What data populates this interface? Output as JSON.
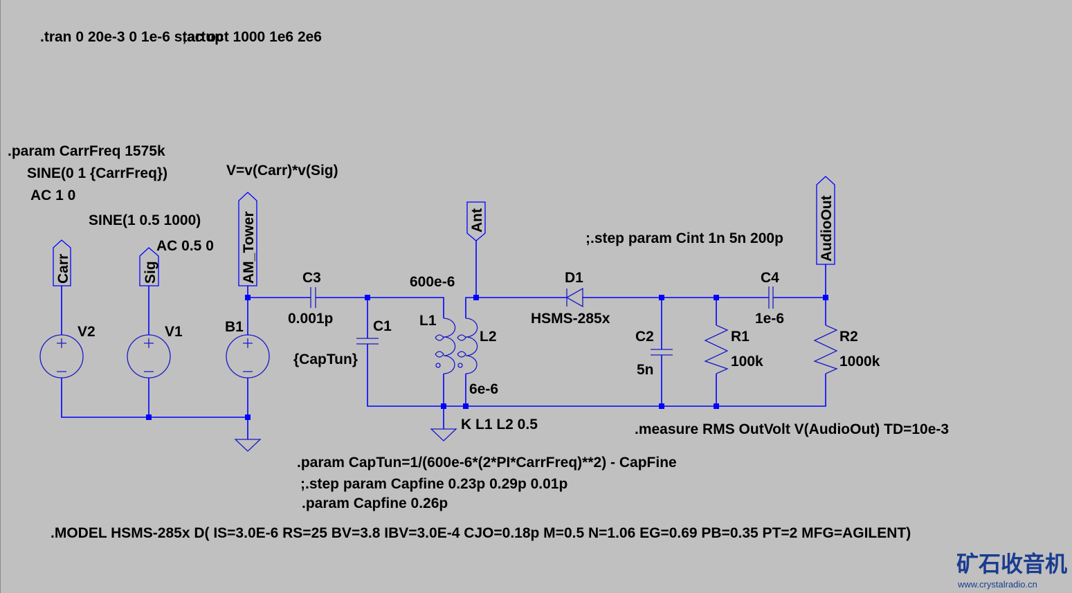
{
  "directives": {
    "tran": ".tran 0 20e-3 0 1e-6 startup",
    "ac": ";ac oct 1000 1e6 2e6",
    "param_carrfreq": ".param CarrFreq 1575k",
    "step_cint": ";.step param Cint 1n 5n 200p",
    "measure": ".measure RMS OutVolt V(AudioOut) TD=10e-3",
    "param_captun": ".param CapTun=1/(600e-6*(2*PI*CarrFreq)**2) - CapFine",
    "step_capfine": ";.step param Capfine  0.23p 0.29p 0.01p",
    "param_capfine": ".param Capfine  0.26p",
    "model": ".MODEL HSMS-285x D( IS=3.0E-6 RS=25 BV=3.8 IBV=3.0E-4  CJO=0.18p  M=0.5 N=1.06 EG=0.69 PB=0.35 PT=2 MFG=AGILENT)",
    "coupling": "K L1 L2 0.5"
  },
  "components": {
    "V2": {
      "name": "V2",
      "value": "SINE(0 1 {CarrFreq})",
      "ac": "AC 1 0"
    },
    "V1": {
      "name": "V1",
      "value": "SINE(1 0.5 1000)",
      "ac": "AC 0.5 0"
    },
    "B1": {
      "name": "B1",
      "value": "V=v(Carr)*v(Sig)"
    },
    "C3": {
      "name": "C3",
      "value": "0.001p"
    },
    "C1": {
      "name": "C1",
      "value": "{CapTun}"
    },
    "L1": {
      "name": "L1",
      "value": "600e-6"
    },
    "L2": {
      "name": "L2",
      "value": "6e-6"
    },
    "D1": {
      "name": "D1",
      "value": "HSMS-285x"
    },
    "C2": {
      "name": "C2",
      "value": "5n"
    },
    "R1": {
      "name": "R1",
      "value": "100k"
    },
    "C4": {
      "name": "C4",
      "value": "1e-6"
    },
    "R2": {
      "name": "R2",
      "value": "1000k"
    }
  },
  "net_labels": {
    "carr": "Carr",
    "sig": "Sig",
    "am_tower": "AM_Tower",
    "ant": "Ant",
    "audio_out": "AudioOut"
  },
  "watermark": {
    "title": "矿石收音机",
    "url": "www.crystalradio.cn"
  },
  "colors": {
    "background": "#c0c0c0",
    "wire": "#0000ff",
    "text": "#000000"
  }
}
